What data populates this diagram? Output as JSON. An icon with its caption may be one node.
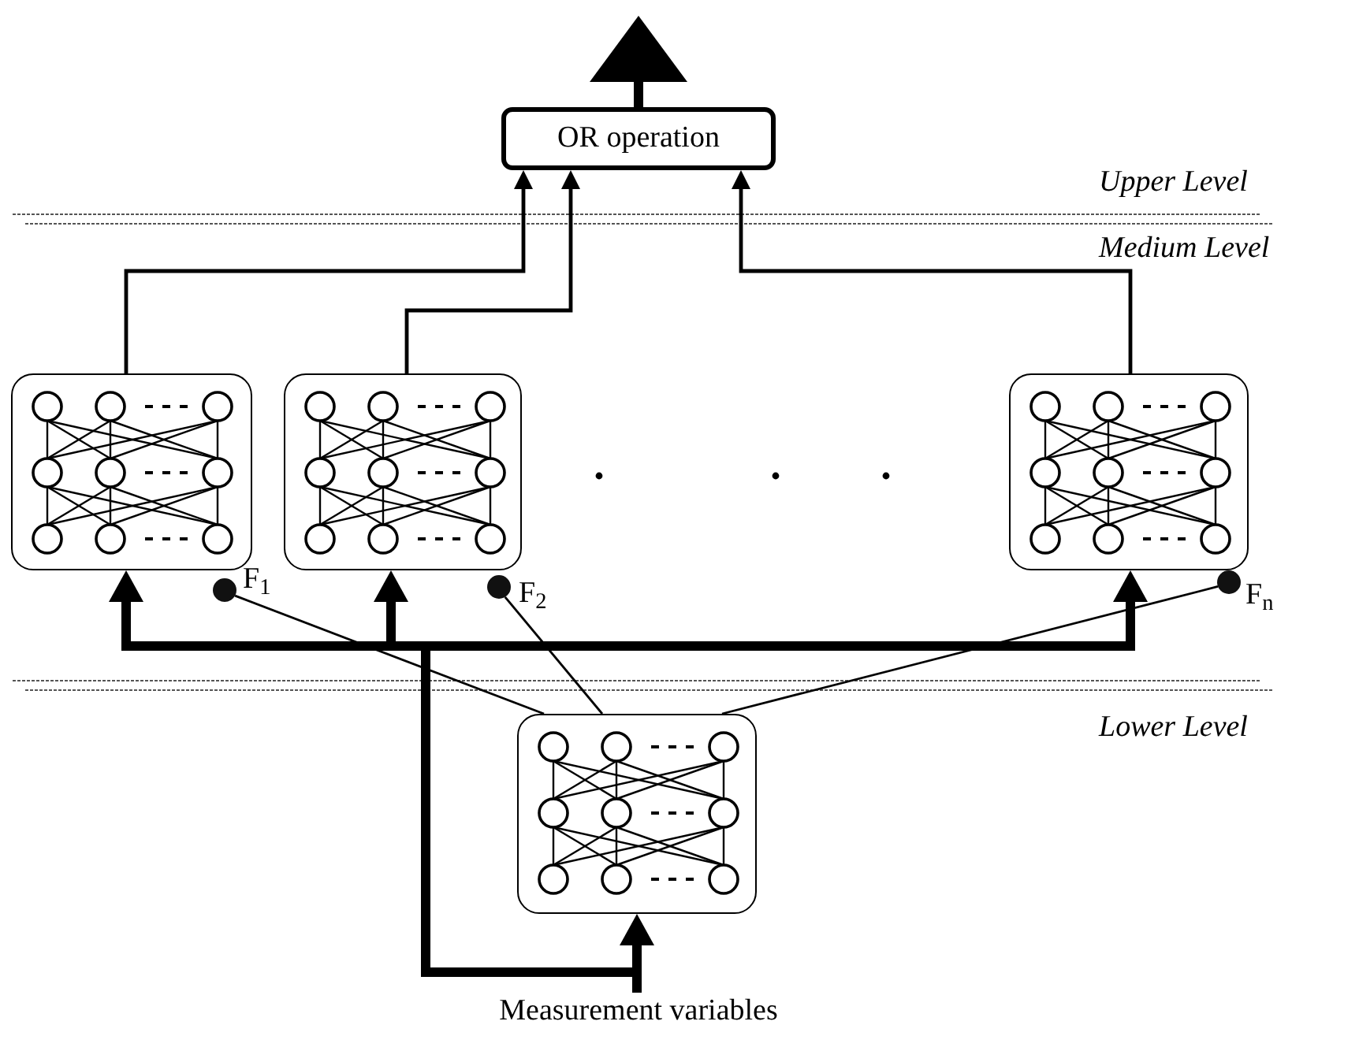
{
  "diagram": {
    "nodes": [
      {
        "text": [
          "OR operation"
        ]
      },
      {
        "text": [],
        "shape": "box"
      },
      {
        "text": [],
        "shape": "box"
      },
      {
        "text": [],
        "shape": "box"
      },
      {
        "text": [],
        "shape": "box"
      },
      {
        "text": [],
        "shape": "circle",
        "beside": [
          "F$_{1}$"
        ]
      },
      {
        "text": [],
        "shape": "circle",
        "beside": [
          "F$_{2}$"
        ]
      },
      {
        "text": [],
        "shape": "circle",
        "beside": [
          "F$_{n}$"
        ]
      },
      {
        "text": [
          "Measurement variables"
        ]
      }
    ],
    "edges": [
      {
        "from": 0,
        "to": null,
        "arrow": "to",
        "style": "thick"
      },
      {
        "from": 1,
        "to": 0,
        "arrow": "to"
      },
      {
        "from": 2,
        "to": 0,
        "arrow": "to"
      },
      {
        "from": 3,
        "to": 0,
        "arrow": "to"
      },
      {
        "from": 8,
        "to": 4,
        "arrow": "to",
        "style": "thick"
      },
      {
        "from": 8,
        "to": 1,
        "arrow": "to",
        "style": "thick"
      },
      {
        "from": 8,
        "to": 2,
        "arrow": "to",
        "style": "thick"
      },
      {
        "from": 8,
        "to": 3,
        "arrow": "to",
        "style": "thick"
      },
      {
        "from": 5,
        "to": 4,
        "arrow": "none"
      },
      {
        "from": 6,
        "to": 4,
        "arrow": "none"
      },
      {
        "from": 7,
        "to": 4,
        "arrow": "none"
      }
    ],
    "labels": [
      "Upper Level",
      "Medium Level",
      "Lower Level"
    ]
  }
}
